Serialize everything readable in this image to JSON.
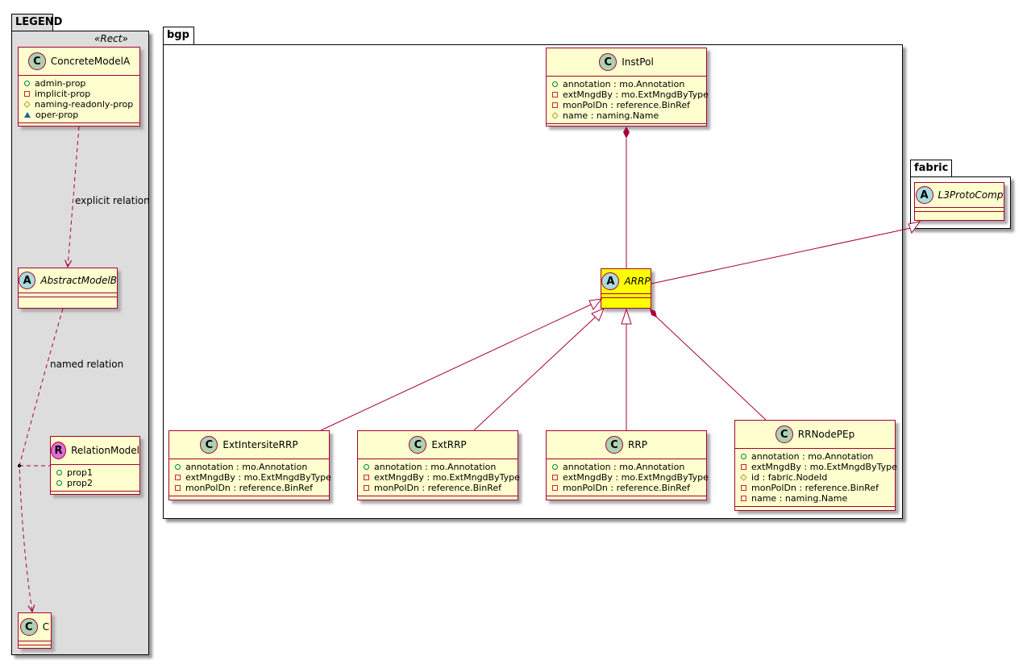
{
  "packages": {
    "legend": {
      "title": "LEGEND",
      "stereotype": "«Rect»"
    },
    "bgp": {
      "title": "bgp"
    },
    "fabric": {
      "title": "fabric"
    }
  },
  "classes": [
    {
      "id": "ConcreteModelA",
      "name": "ConcreteModelA",
      "kind": "C",
      "abstract": false,
      "attrs": [
        [
          "pub",
          "admin-prop"
        ],
        [
          "priv",
          "implicit-prop"
        ],
        [
          "prot",
          "naming-readonly-prop"
        ],
        [
          "pkgv",
          "oper-prop"
        ]
      ]
    },
    {
      "id": "AbstractModelB",
      "name": "AbstractModelB",
      "kind": "A",
      "abstract": true,
      "attrs": []
    },
    {
      "id": "RelationModel",
      "name": "RelationModel",
      "kind": "R",
      "abstract": false,
      "attrs": [
        [
          "pub",
          "prop1"
        ],
        [
          "pub",
          "prop2"
        ]
      ]
    },
    {
      "id": "C",
      "name": "C",
      "kind": "C",
      "abstract": false,
      "attrs": []
    },
    {
      "id": "InstPol",
      "name": "InstPol",
      "kind": "C",
      "abstract": false,
      "attrs": [
        [
          "pub",
          "annotation : mo.Annotation"
        ],
        [
          "priv",
          "extMngdBy : mo.ExtMngdByType"
        ],
        [
          "priv",
          "monPolDn : reference.BinRef"
        ],
        [
          "prot",
          "name : naming.Name"
        ]
      ]
    },
    {
      "id": "L3ProtoComp",
      "name": "L3ProtoComp",
      "kind": "A",
      "abstract": true,
      "attrs": []
    },
    {
      "id": "ARRP",
      "name": "ARRP",
      "kind": "A",
      "abstract": true,
      "highlight": "#FFFF00",
      "attrs": []
    },
    {
      "id": "ExtIntersiteRRP",
      "name": "ExtIntersiteRRP",
      "kind": "C",
      "abstract": false,
      "attrs": [
        [
          "pub",
          "annotation : mo.Annotation"
        ],
        [
          "priv",
          "extMngdBy : mo.ExtMngdByType"
        ],
        [
          "priv",
          "monPolDn : reference.BinRef"
        ]
      ]
    },
    {
      "id": "ExtRRP",
      "name": "ExtRRP",
      "kind": "C",
      "abstract": false,
      "attrs": [
        [
          "pub",
          "annotation : mo.Annotation"
        ],
        [
          "priv",
          "extMngdBy : mo.ExtMngdByType"
        ],
        [
          "priv",
          "monPolDn : reference.BinRef"
        ]
      ]
    },
    {
      "id": "RRP",
      "name": "RRP",
      "kind": "C",
      "abstract": false,
      "attrs": [
        [
          "pub",
          "annotation : mo.Annotation"
        ],
        [
          "priv",
          "extMngdBy : mo.ExtMngdByType"
        ],
        [
          "priv",
          "monPolDn : reference.BinRef"
        ]
      ]
    },
    {
      "id": "RRNodePEp",
      "name": "RRNodePEp",
      "kind": "C",
      "abstract": false,
      "attrs": [
        [
          "pub",
          "annotation : mo.Annotation"
        ],
        [
          "priv",
          "extMngdBy : mo.ExtMngdByType"
        ],
        [
          "prot",
          "id : fabric.NodeId"
        ],
        [
          "priv",
          "monPolDn : reference.BinRef"
        ],
        [
          "priv",
          "name : naming.Name"
        ]
      ]
    }
  ],
  "edge_labels": {
    "explicit": "explicit relation",
    "named": "named relation"
  },
  "colors": {
    "line": "#A80036",
    "class_bg": "#FEFECE",
    "legend_bg": "#DDDDDD",
    "badge_C": "#ADD1B2",
    "badge_A": "#A9DCDF",
    "badge_R": "#DA70D6"
  }
}
